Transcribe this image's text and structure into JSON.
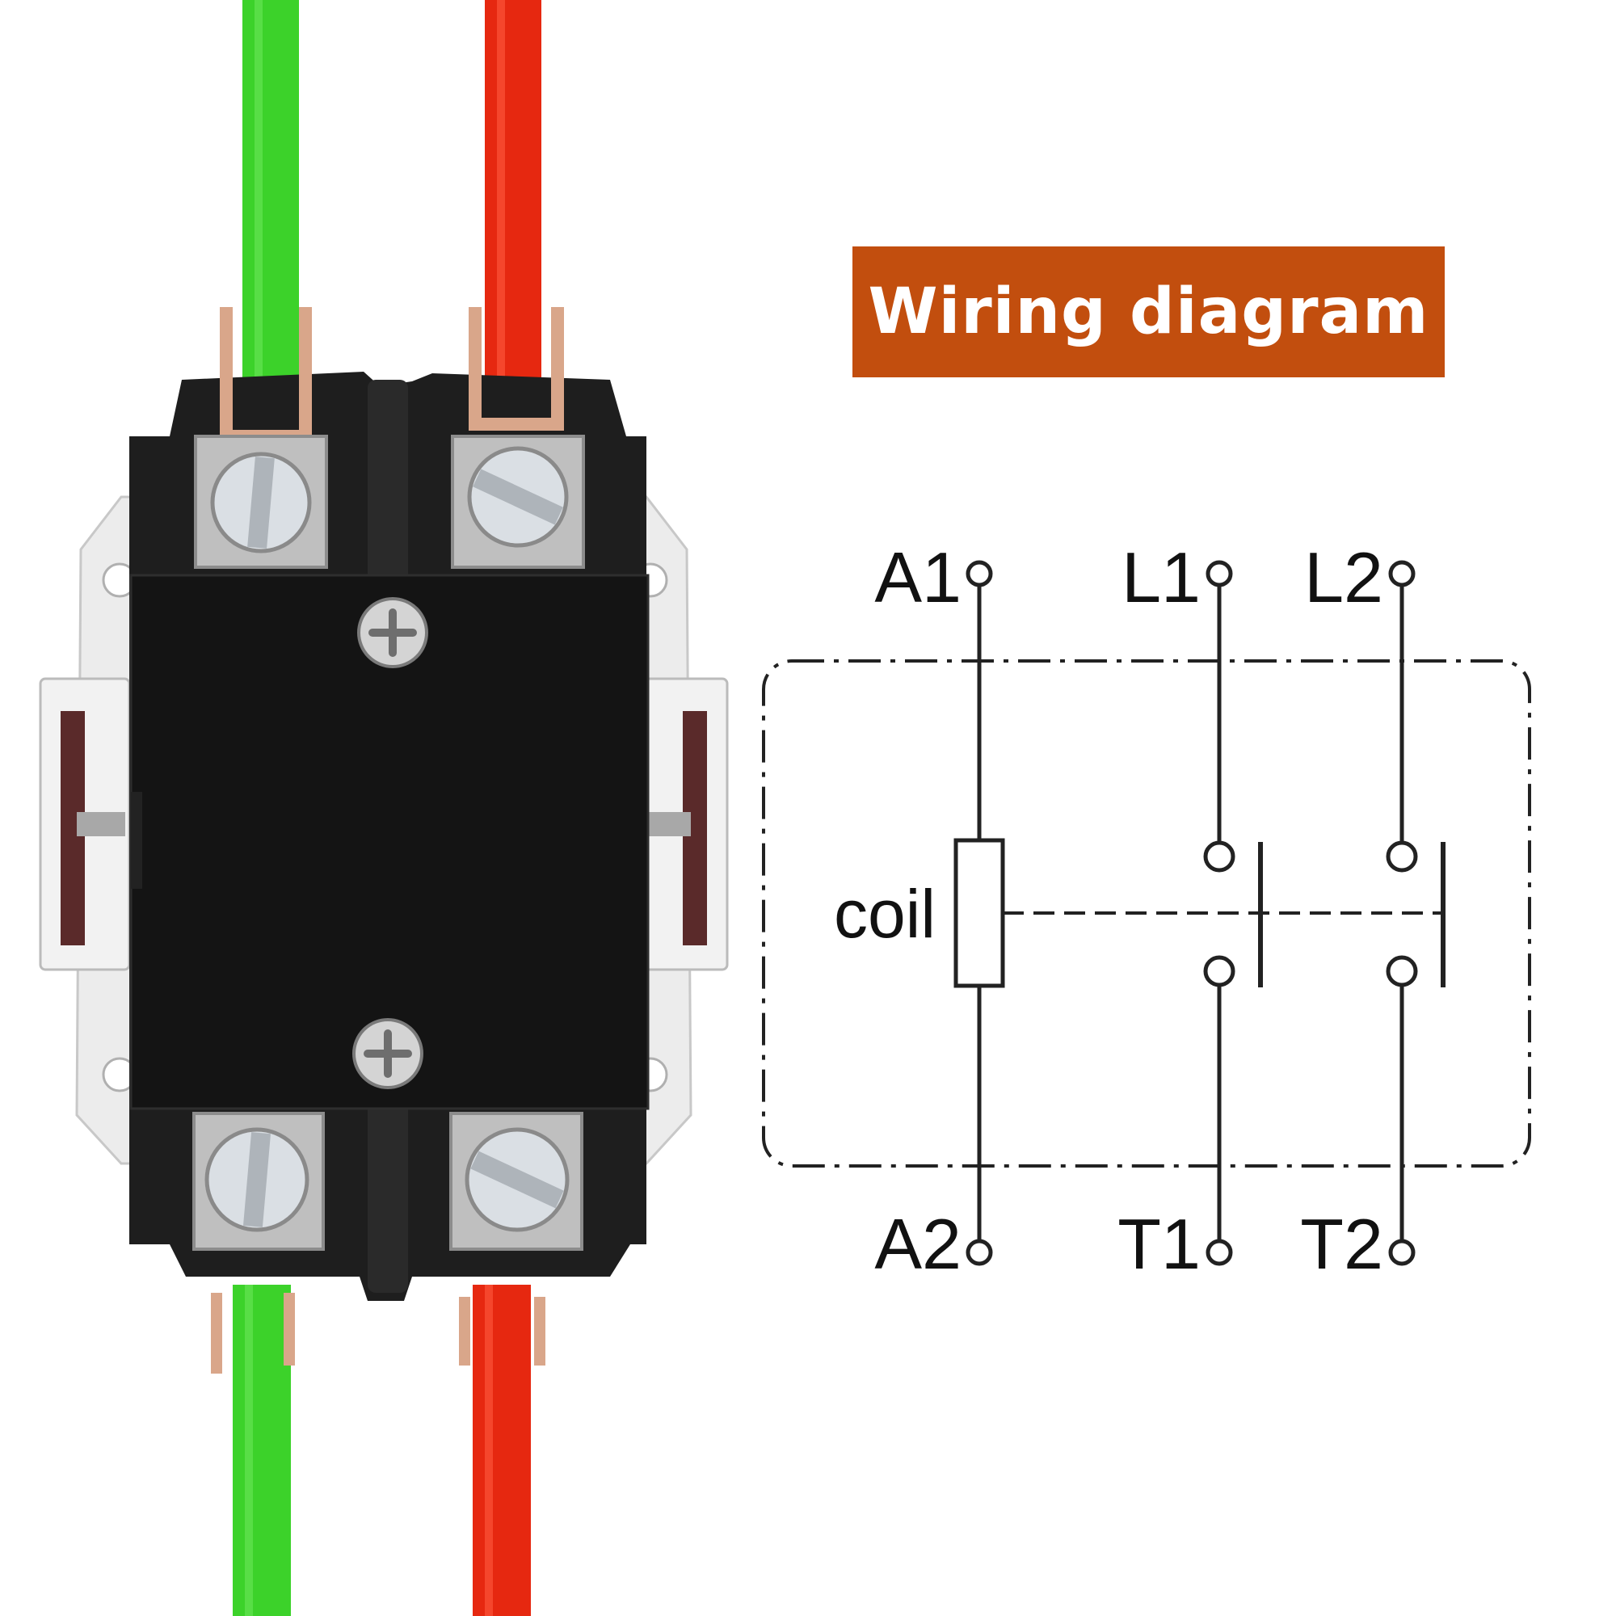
{
  "title": "Wiring diagram",
  "diagram": {
    "coil_label": "coil",
    "terminals": {
      "A1": "A1",
      "A2": "A2",
      "L1": "L1",
      "L2": "L2",
      "T1": "T1",
      "T2": "T2"
    }
  },
  "colors": {
    "banner": "#C24E0E",
    "wire_left": "#3CD22A",
    "wire_right": "#E62810",
    "housing": "#1E1E1E",
    "terminal_plate": "#BFBFBF",
    "copper_tab": "#D9A68A",
    "line": "#222222"
  },
  "icons": {
    "screw": "slotted-screw-icon",
    "cover_screw": "phillips-screw-icon"
  }
}
